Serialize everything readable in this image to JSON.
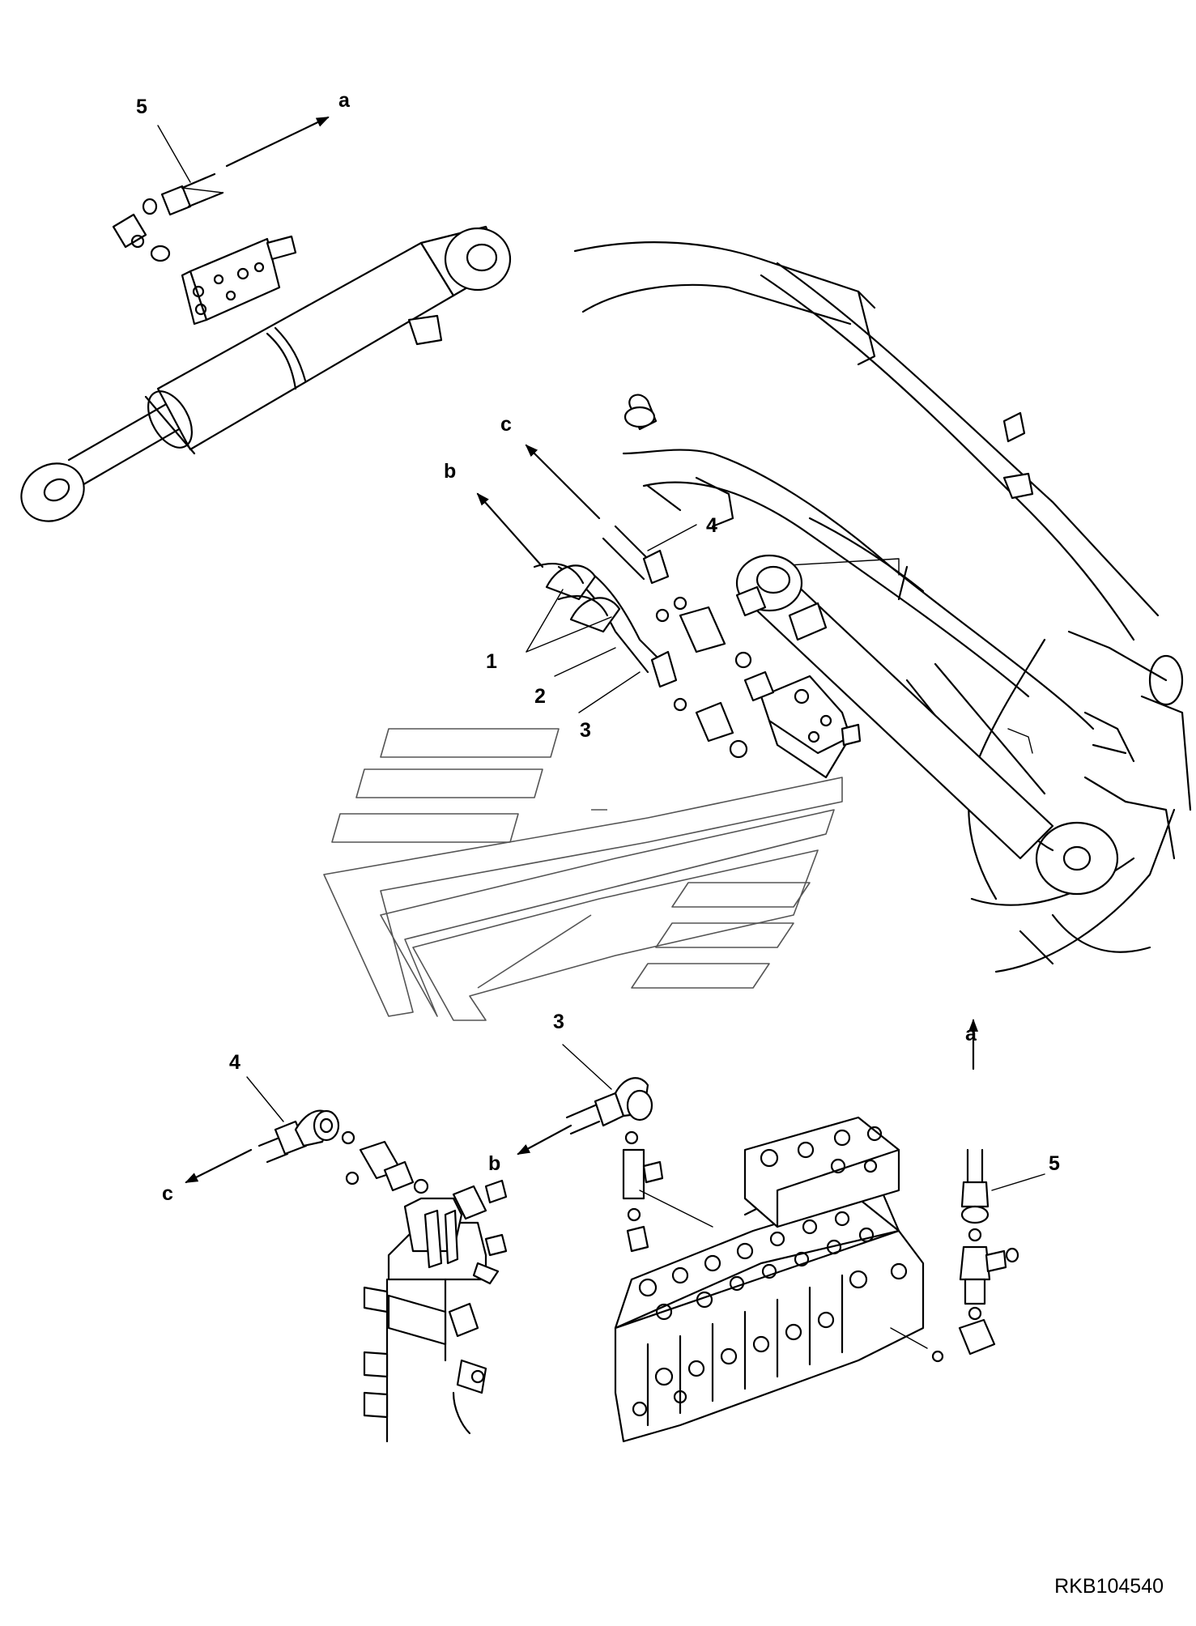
{
  "figure": {
    "drawing_code": "RKB104540",
    "callouts": [
      {
        "id": "label-5-top",
        "text": "5"
      },
      {
        "id": "label-a-top",
        "text": "a"
      },
      {
        "id": "label-c-mid",
        "text": "c"
      },
      {
        "id": "label-b-mid",
        "text": "b"
      },
      {
        "id": "label-4-mid",
        "text": "4"
      },
      {
        "id": "label-1",
        "text": "1"
      },
      {
        "id": "label-2",
        "text": "2"
      },
      {
        "id": "label-3-mid",
        "text": "3"
      },
      {
        "id": "label-4-low",
        "text": "4"
      },
      {
        "id": "label-c-low",
        "text": "c"
      },
      {
        "id": "label-3-low",
        "text": "3"
      },
      {
        "id": "label-b-low",
        "text": "b"
      },
      {
        "id": "label-a-low",
        "text": "a"
      },
      {
        "id": "label-5-low",
        "text": "5"
      }
    ]
  }
}
